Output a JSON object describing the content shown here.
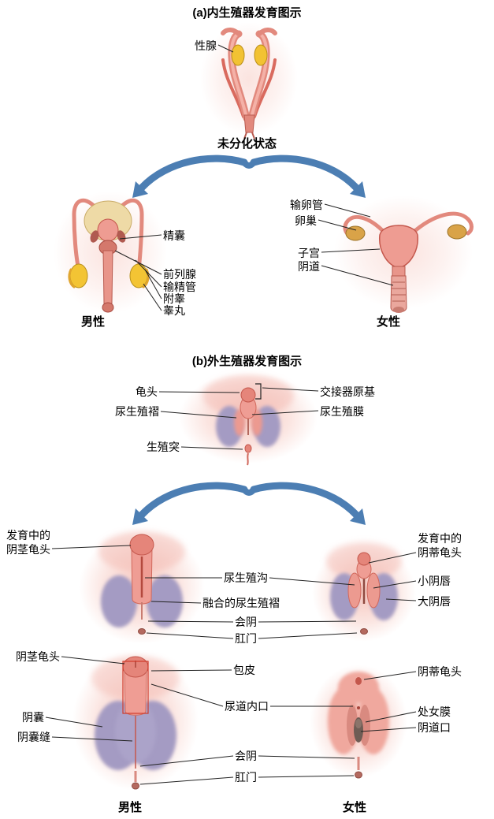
{
  "colors": {
    "arrow_blue": "#4c7eb3",
    "skin_pink": "#ef9d94",
    "swelling_purple": "#a49bc3",
    "gonad_yellow": "#f2c233"
  },
  "section_a": {
    "title": "(a)内生殖器发育图示",
    "labels": {
      "gonad": "性腺",
      "undifferentiated_state": "未分化状态",
      "seminal_vesicle": "精囊",
      "prostate": "前列腺",
      "vas_deferens": "输精管",
      "epididymis": "附睾",
      "testis": "睾丸",
      "oviduct": "输卵管",
      "ovary": "卵巢",
      "uterus": "子宫",
      "vagina": "阴道"
    },
    "captions": {
      "male": "男性",
      "female": "女性"
    }
  },
  "section_b": {
    "title": "(b)外生殖器发育图示",
    "labels": {
      "glans": "龟头",
      "urogenital_fold": "尿生殖褶",
      "genital_tubercle": "生殖突",
      "copulatory_organ_primordium": "交接器原基",
      "urogenital_membrane": "尿生殖膜",
      "developing": "发育中的",
      "penis_glans": "阴茎龟头",
      "clitoris_glans": "阴蒂龟头",
      "urogenital_groove": "尿生殖沟",
      "fused_urogenital_folds": "融合的尿生殖褶",
      "perineum": "会阴",
      "anus": "肛门",
      "labia_minora": "小阴唇",
      "labia_majora": "大阴唇",
      "foreskin": "包皮",
      "urethral_opening": "尿道内口",
      "scrotum": "阴囊",
      "scrotal_raphe": "阴囊缝",
      "hymen": "处女膜",
      "vaginal_opening": "阴道口"
    },
    "captions": {
      "male": "男性",
      "female": "女性"
    }
  }
}
